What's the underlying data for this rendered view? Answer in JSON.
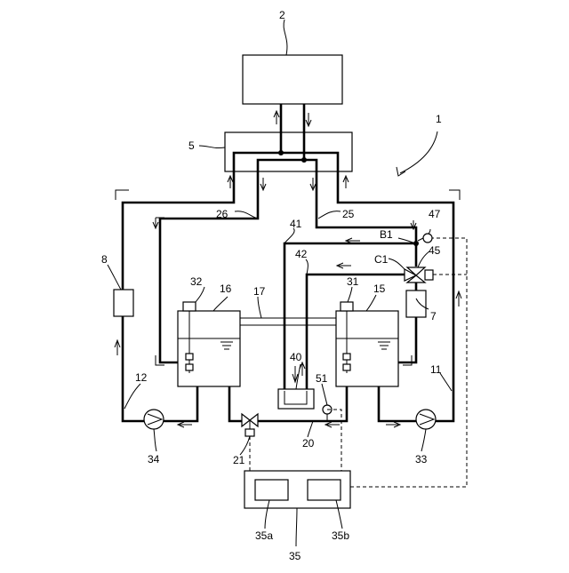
{
  "labels": {
    "system": "1",
    "server": "2",
    "header": "5",
    "cooler7": "7",
    "cooler8": "8",
    "pipe11": "11",
    "pipe12": "12",
    "tank15": "15",
    "tank16": "16",
    "pipe17": "17",
    "pipe20": "20",
    "valve21": "21",
    "pipe25": "25",
    "pipe26": "26",
    "sensor31": "31",
    "sensor32": "32",
    "pump33": "33",
    "pump34": "34",
    "controller35": "35",
    "sub35a": "35a",
    "sub35b": "35b",
    "unit40": "40",
    "pipe41": "41",
    "pipe42": "42",
    "valve45": "45",
    "sensor47": "47",
    "sensor51": "51",
    "branchB1": "B1",
    "pointC1": "C1"
  }
}
